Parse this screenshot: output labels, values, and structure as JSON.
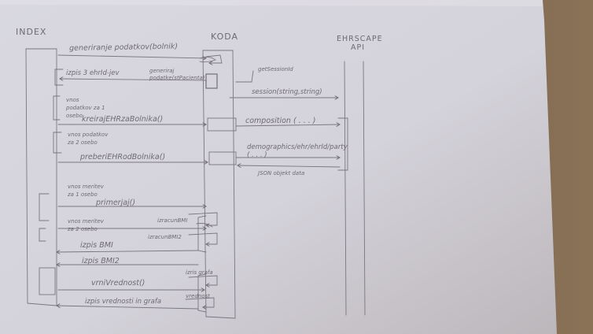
{
  "headers": {
    "index": "INDEX",
    "koda": "KODA",
    "ehrscape_line1": "EHRSCAPE",
    "ehrscape_line2": "API"
  },
  "messages": {
    "m1": "generiranje podatkov(bolnik)",
    "m2": "izpis 3 ehrId-jev",
    "m3": "generiraj podatke(stPacienta)",
    "m4": "getSessionId",
    "m5": "session(string,string)",
    "m6": "vnos podatkov za 1 osebo",
    "m7": "kreirajEHRzaBolnika()",
    "m8": "composition ( . . . )",
    "m9": "vnos podatkov za 2 osebo",
    "m10": "preberiEHRodBolnika()",
    "m11": "demographics/ehr/ehrId/party ( . . . )",
    "m12": "JSON objekt data",
    "m13": "vnos meritev za 1 osebo",
    "m14": "primerjaj()",
    "m15": "vnos meritev za 2 osebo",
    "m16": "izracunBMI",
    "m17": "izracunBMI2",
    "m18": "izpis BMI",
    "m19": "izpis BMI2",
    "m20": "vrniVrednost()",
    "m21": "izpis vrednosti in grafa",
    "m22": "izris grafa",
    "m23": "vrednost"
  }
}
